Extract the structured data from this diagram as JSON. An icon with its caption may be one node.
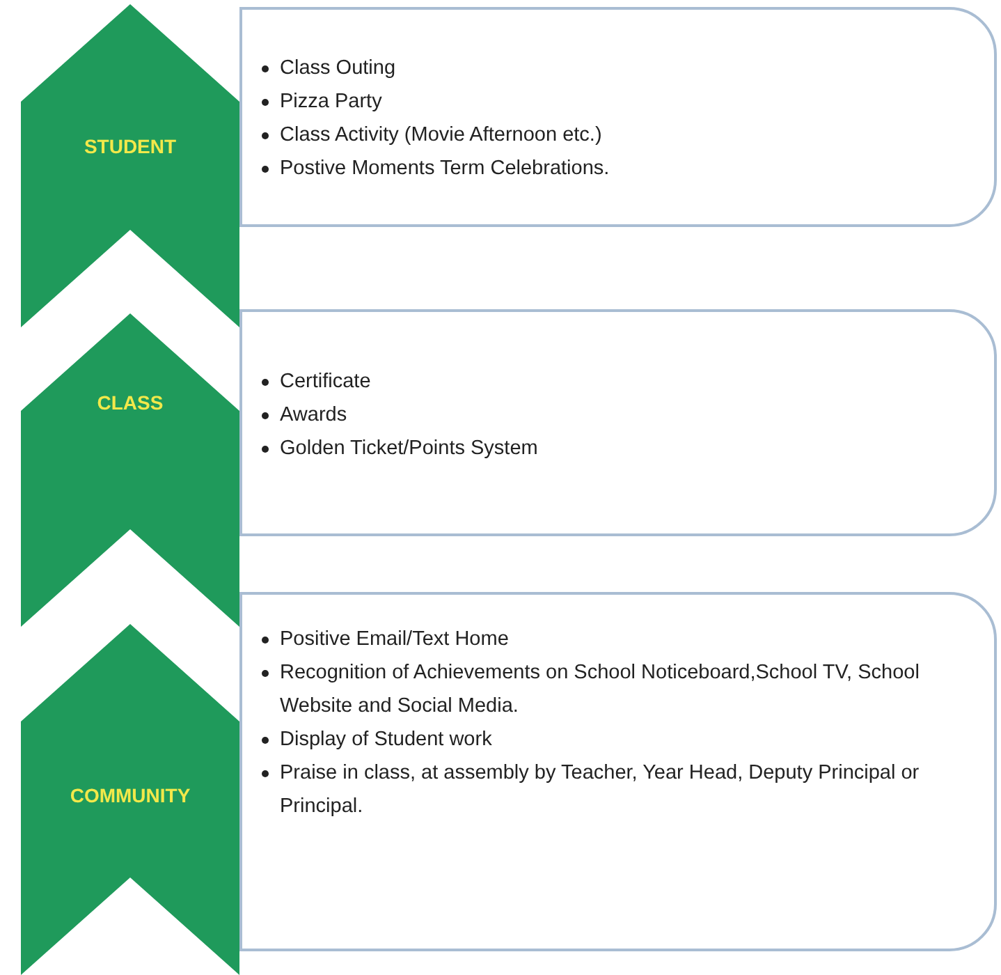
{
  "diagram": {
    "nodes": [
      {
        "text": [
          "STUDENT"
        ]
      },
      {
        "text": [
          "Class Outing",
          "Pizza Party",
          "Class Activity (Movie Afternoon etc.)",
          "Postive Moments Term Celebrations."
        ]
      },
      {
        "text": [
          "CLASS"
        ]
      },
      {
        "text": [
          "Certificate",
          "Awards",
          "Golden Ticket/Points System"
        ]
      },
      {
        "text": [
          "COMMUNITY"
        ]
      },
      {
        "text": [
          "Positive Email/Text Home",
          "Recognition of Achievements on School Noticeboard,School TV, School Website and Social Media.",
          "Display of Student work",
          "Praise in class, at assembly by Teacher, Year Head, Deputy Principal or Principal."
        ]
      }
    ]
  }
}
